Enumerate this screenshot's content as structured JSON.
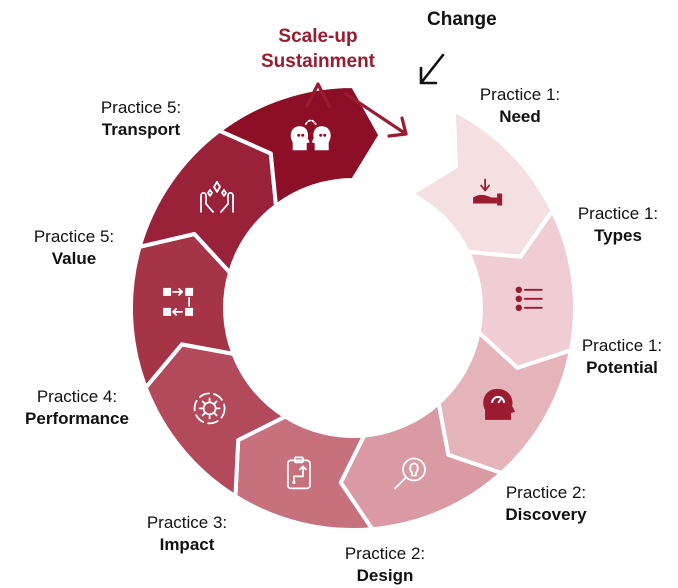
{
  "header": {
    "scale_line1": "Scale-up",
    "scale_line2": "Sustainment",
    "change": "Change"
  },
  "colors": {
    "accent": "#9b1b30",
    "segments": [
      "#f4dfe1",
      "#efcdd2",
      "#e5b4bb",
      "#d99aa4",
      "#c7707e",
      "#b24a5c",
      "#a63447",
      "#99223a",
      "#8c0f27"
    ]
  },
  "segments": [
    {
      "practice": "Practice 1:",
      "name": "Need",
      "icon": "hand-receive-icon"
    },
    {
      "practice": "Practice 1:",
      "name": "Types",
      "icon": "bullet-list-icon"
    },
    {
      "practice": "Practice 1:",
      "name": "Potential",
      "icon": "head-gauge-icon"
    },
    {
      "practice": "Practice 2:",
      "name": "Discovery",
      "icon": "magnifier-bulb-icon"
    },
    {
      "practice": "Practice 2:",
      "name": "Design",
      "icon": "clipboard-path-icon"
    },
    {
      "practice": "Practice 3:",
      "name": "Impact",
      "icon": "gear-cycle-icon"
    },
    {
      "practice": "Practice 4:",
      "name": "Performance",
      "icon": "process-flow-icon"
    },
    {
      "practice": "Practice 5:",
      "name": "Value",
      "icon": "hands-value-icon"
    },
    {
      "practice": "Practice 5:",
      "name": "Transport",
      "icon": "two-heads-icon"
    }
  ]
}
